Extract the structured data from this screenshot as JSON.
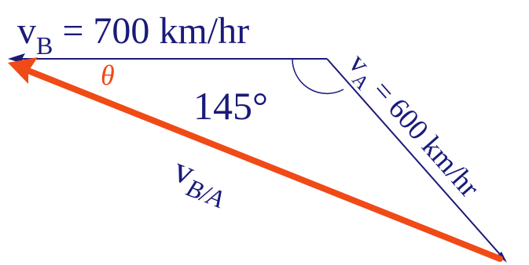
{
  "colors": {
    "vector_navy": "#1a1a7a",
    "relative_vector_red": "#f04a16",
    "background": "#ffffff"
  },
  "labels": {
    "vb": {
      "main": "v",
      "sub": "B",
      "rest": " = 700 km/hr"
    },
    "va": {
      "main": "v",
      "sub": "A",
      "rest": " = 600 km/hr"
    },
    "vba": {
      "main": "v",
      "sub": "B/A"
    },
    "theta": "θ",
    "angle": "145°"
  }
}
